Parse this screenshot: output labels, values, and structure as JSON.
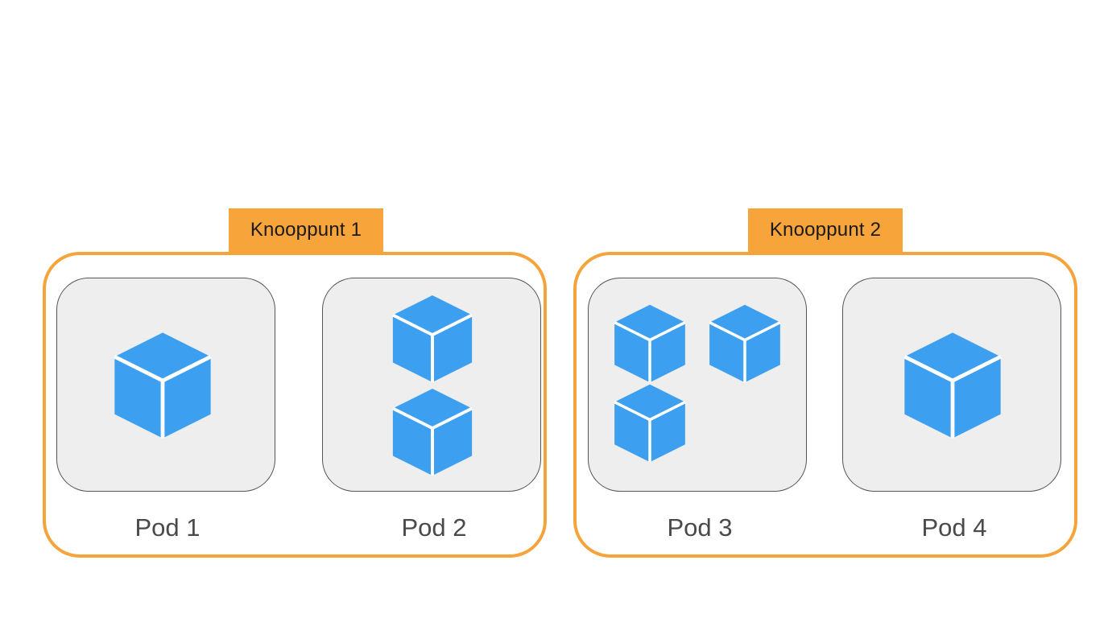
{
  "colors": {
    "node_border": "#f4a43a",
    "node_tab": "#f7a43b",
    "pod_fill": "#eeeeee",
    "pod_border": "#555555",
    "cube_fill": "#3d9ff0",
    "cube_edge": "#ffffff",
    "label_text": "#4a4a4a"
  },
  "icons": {
    "container": "cube-icon"
  },
  "nodes": [
    {
      "label": "Knooppunt 1",
      "pods": [
        {
          "label": "Pod 1",
          "containers": 1
        },
        {
          "label": "Pod 2",
          "containers": 2
        }
      ]
    },
    {
      "label": "Knooppunt 2",
      "pods": [
        {
          "label": "Pod 3",
          "containers": 3
        },
        {
          "label": "Pod 4",
          "containers": 1
        }
      ]
    }
  ]
}
